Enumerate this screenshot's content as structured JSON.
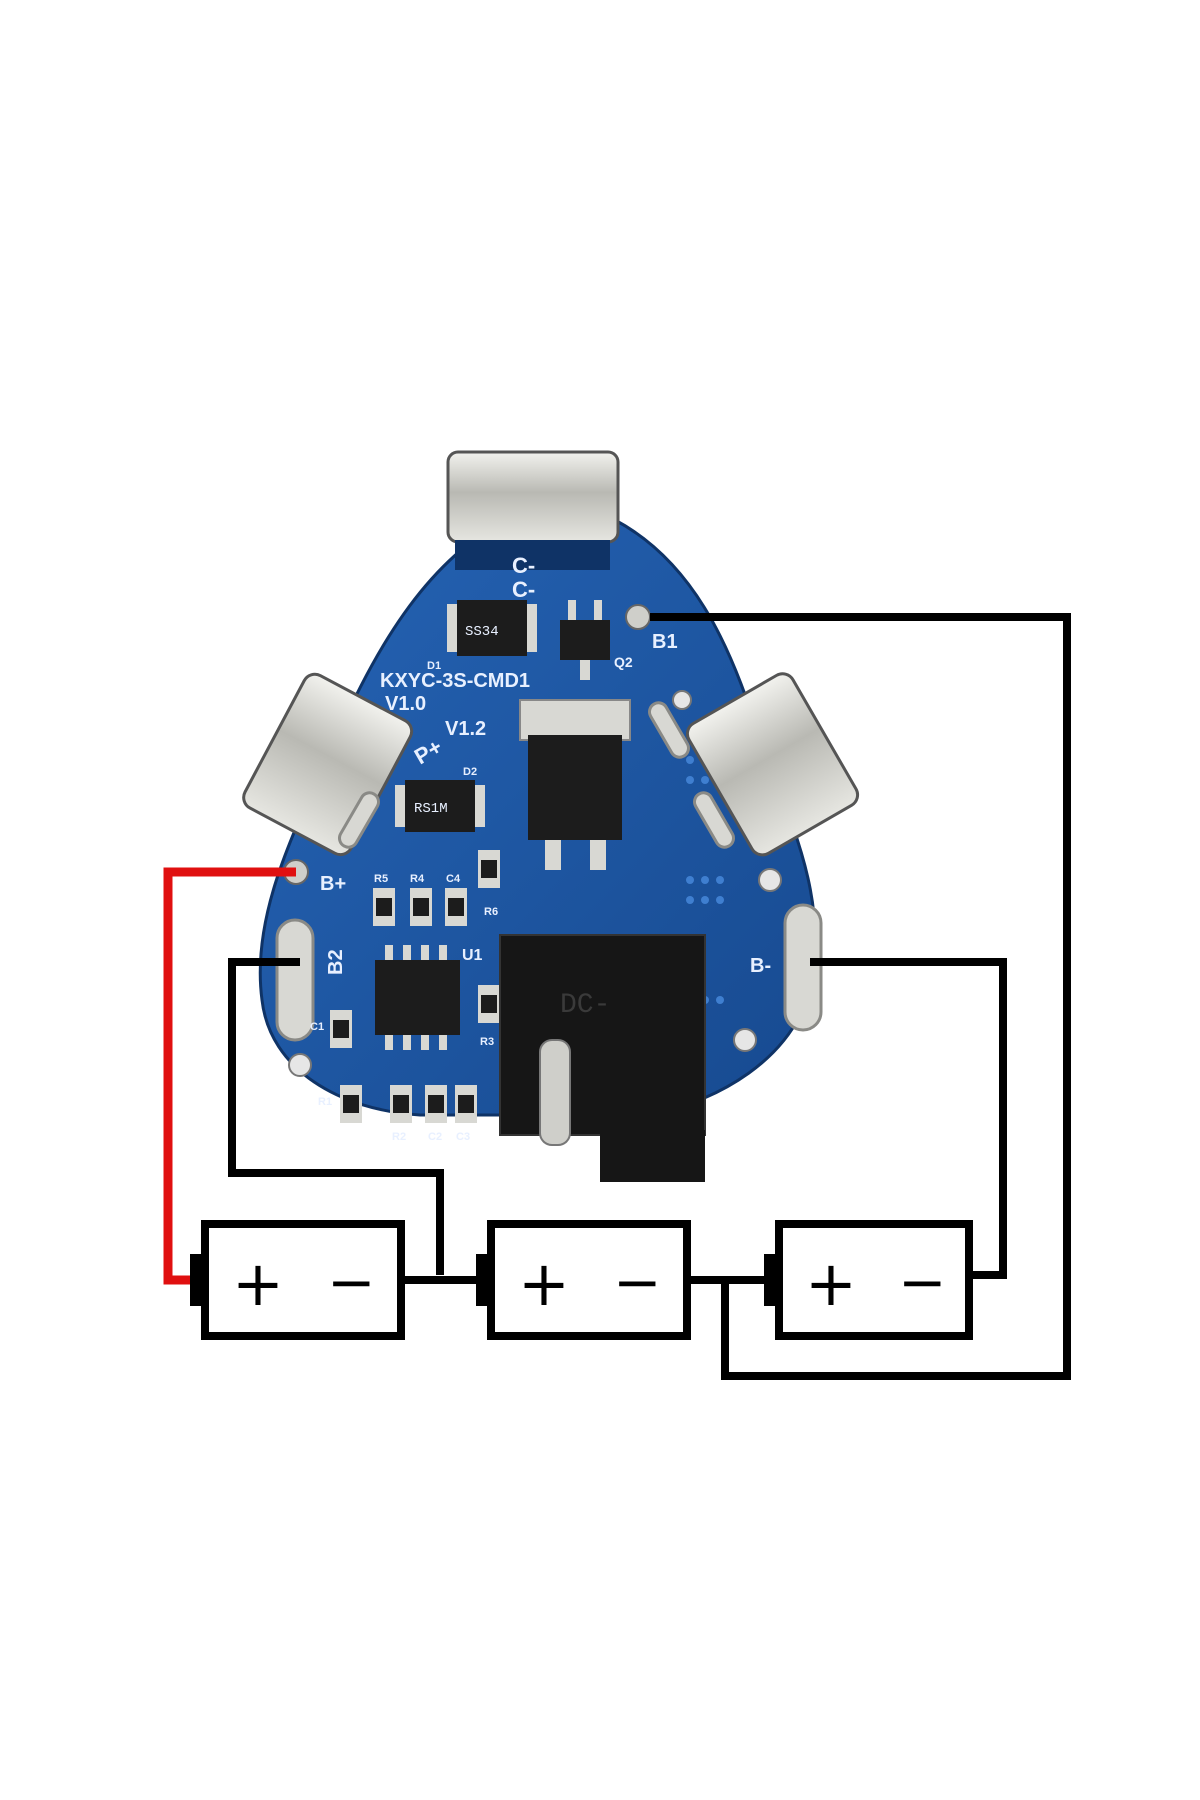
{
  "board": {
    "name": "KXYC-3S-CMD1",
    "version_a": "V1.0",
    "version_b": "V1.2",
    "terminal_c_minus_1": "C-",
    "terminal_c_minus_2": "C-",
    "terminal_p_plus": "P+",
    "terminal_b1": "B1",
    "terminal_b2": "B2",
    "terminal_b_plus": "B+",
    "terminal_b_minus": "B-",
    "ref_d1": "D1",
    "ref_d2": "D2",
    "ref_q2": "Q2",
    "ref_u1": "U1",
    "ref_r1": "R1",
    "ref_r2": "R2",
    "ref_r3": "R3",
    "ref_r4": "R4",
    "ref_r5": "R5",
    "ref_r6": "R6",
    "ref_c1": "C1",
    "ref_c2": "C2",
    "ref_c3": "C3",
    "ref_c4": "C4",
    "diode_d1_marking": "SS34",
    "diode_d2_marking": "RS1M",
    "dc_jack_marking": "DC-"
  },
  "cells": [
    {
      "plus": "+",
      "minus": "−"
    },
    {
      "plus": "+",
      "minus": "−"
    },
    {
      "plus": "+",
      "minus": "−"
    }
  ],
  "colors": {
    "pcb": "#1f5aa8",
    "pcb_dark": "#143f7a",
    "wire_positive": "#e01010",
    "wire": "#000000",
    "metal": "#c9c9c4"
  }
}
